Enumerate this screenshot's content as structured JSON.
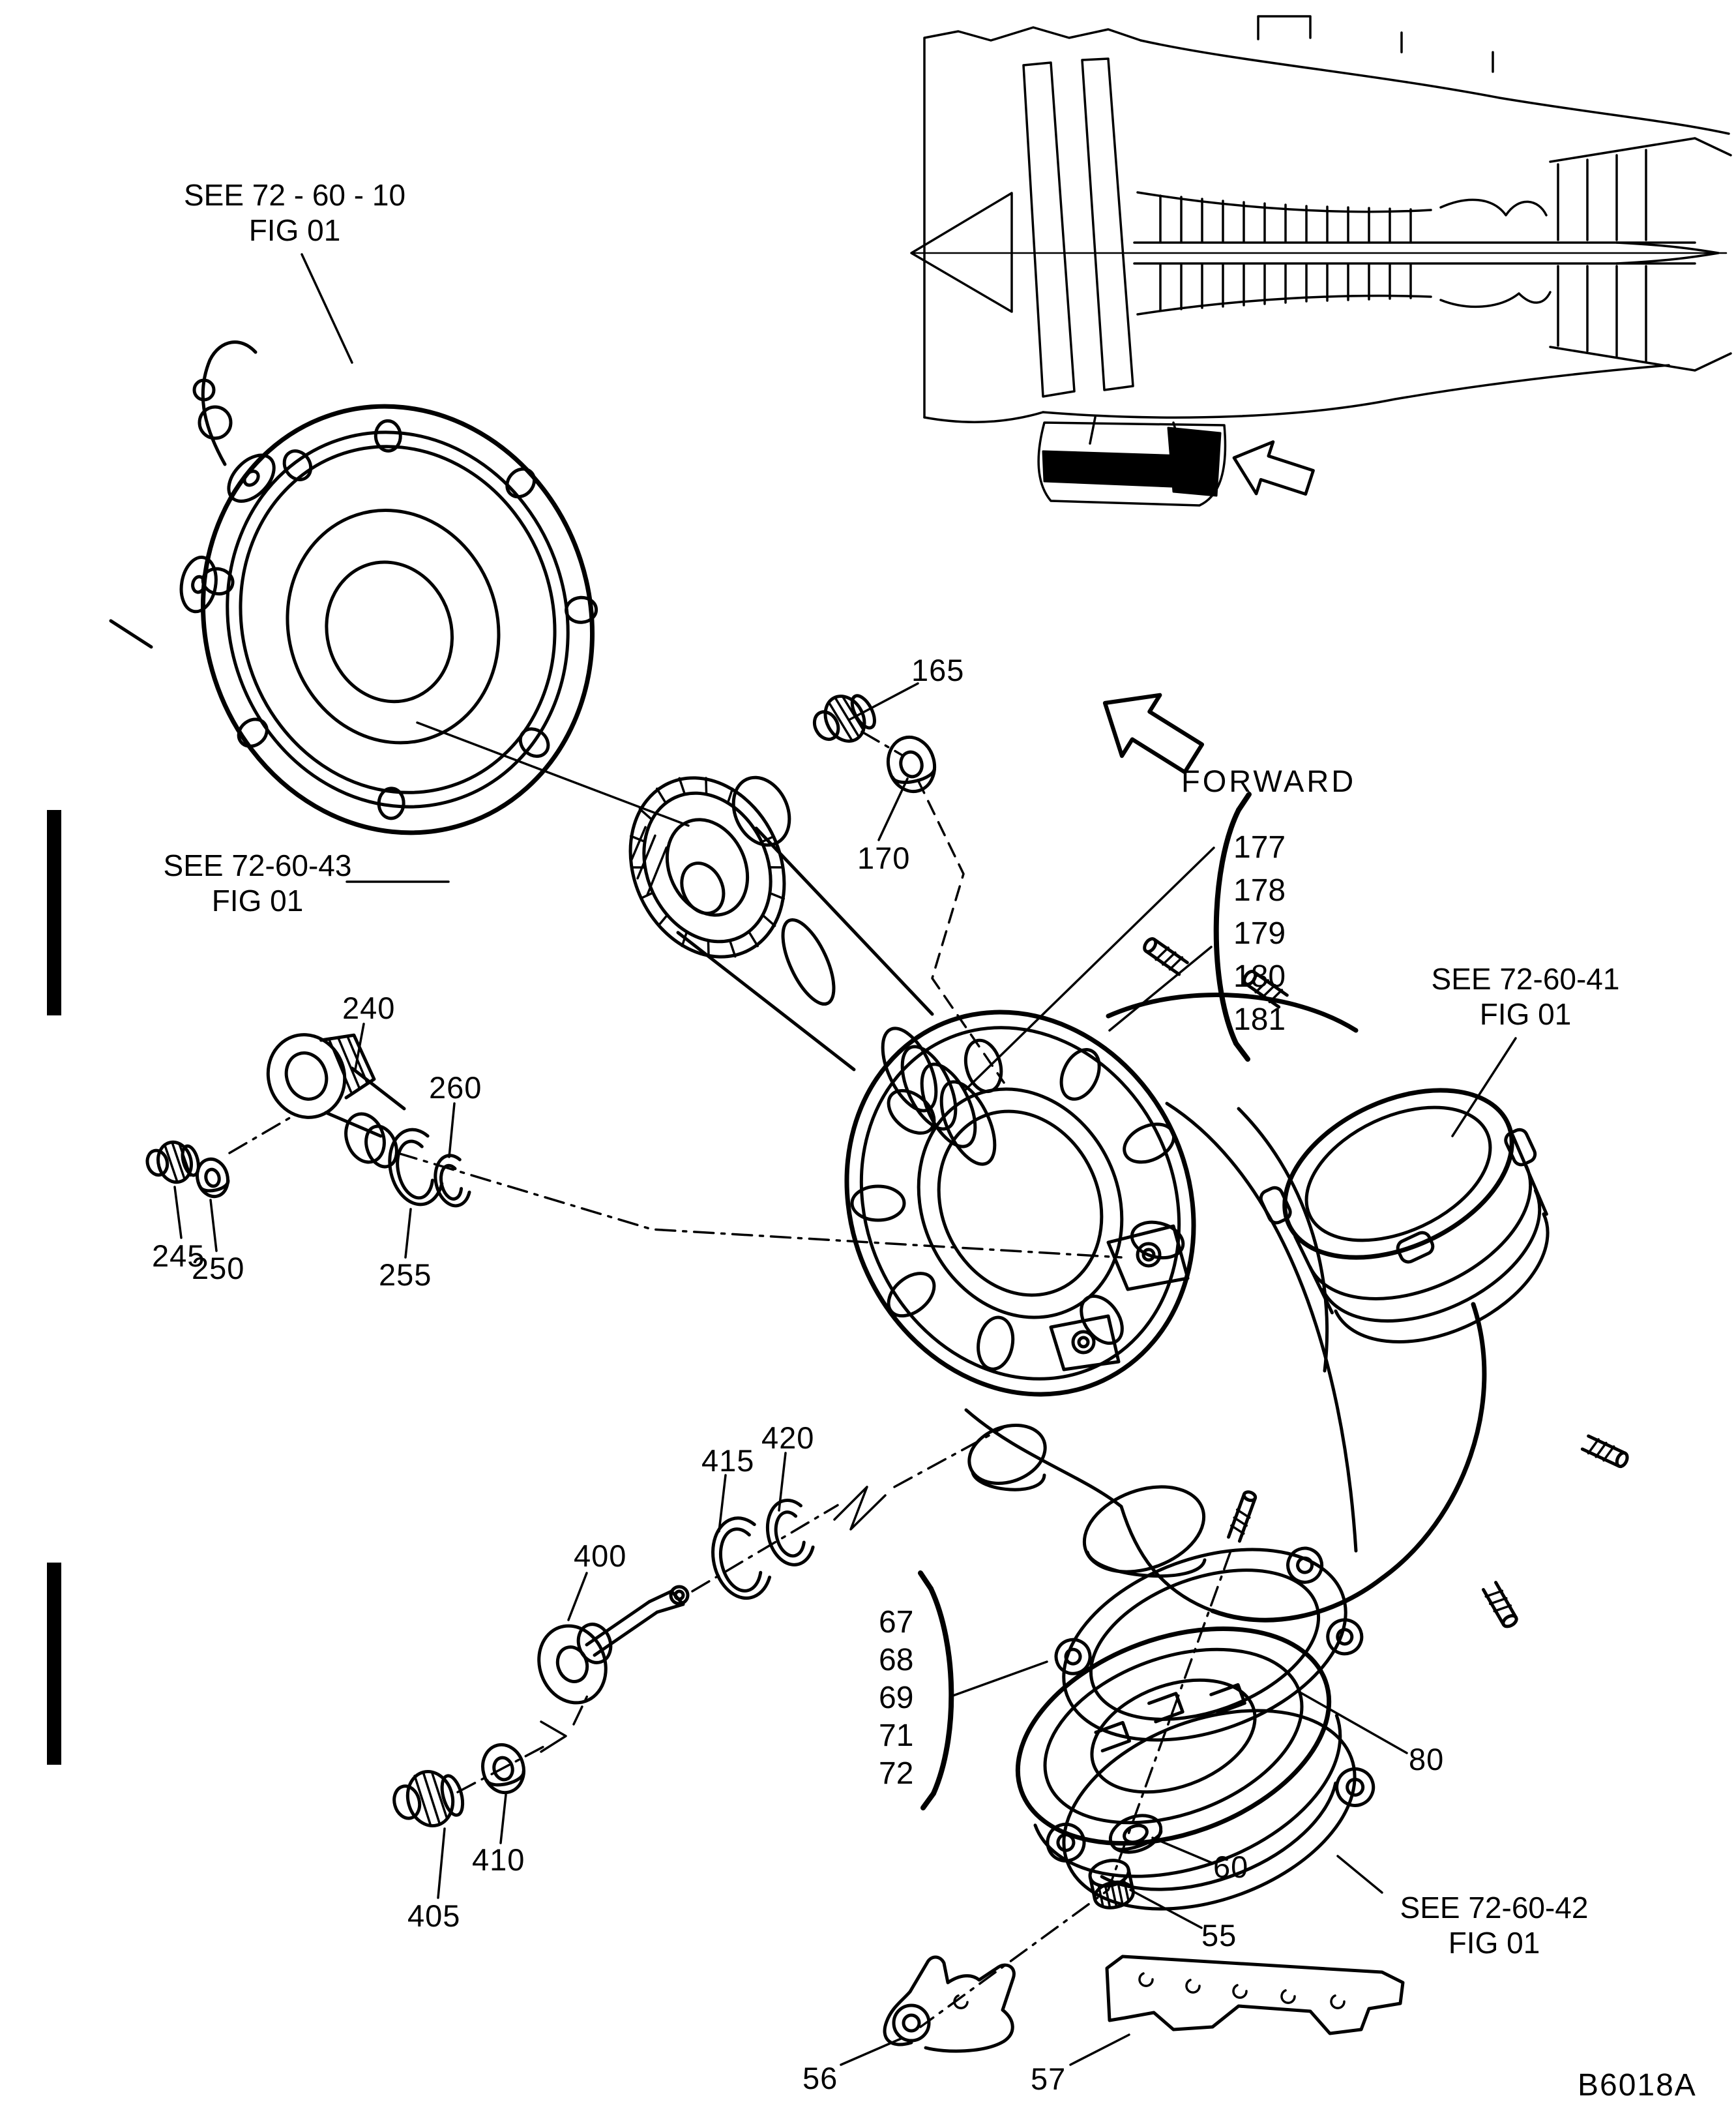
{
  "figure": {
    "code": "B6018A"
  },
  "direction": {
    "forward_label": "FORWARD"
  },
  "references": {
    "r10": {
      "line1": "SEE 72 - 60 - 10",
      "line2": "FIG 01"
    },
    "r43": {
      "line1": "SEE 72-60-43",
      "line2": "FIG 01"
    },
    "r41": {
      "line1": "SEE 72-60-41",
      "line2": "FIG 01"
    },
    "r42": {
      "line1": "SEE 72-60-42",
      "line2": "FIG 01"
    }
  },
  "callouts": {
    "c165": "165",
    "c170": "170",
    "c240": "240",
    "c245": "245",
    "c250": "250",
    "c255": "255",
    "c260": "260",
    "c400": "400",
    "c405": "405",
    "c410": "410",
    "c415": "415",
    "c420": "420",
    "c55": "55",
    "c56": "56",
    "c57": "57",
    "c60": "60",
    "c80": "80"
  },
  "groups": {
    "upper": {
      "items": [
        "177",
        "178",
        "179",
        "180",
        "181"
      ]
    },
    "lower": {
      "items": [
        "67",
        "68",
        "69",
        "71",
        "72"
      ]
    }
  },
  "icons": {
    "forward_arrow": "hollow-block-arrow-up-left",
    "location_arrow": "hollow-block-arrow-up-left",
    "change_bars": "revision-change-bars"
  },
  "colors": {
    "ink": "#000000",
    "paper": "#ffffff"
  }
}
